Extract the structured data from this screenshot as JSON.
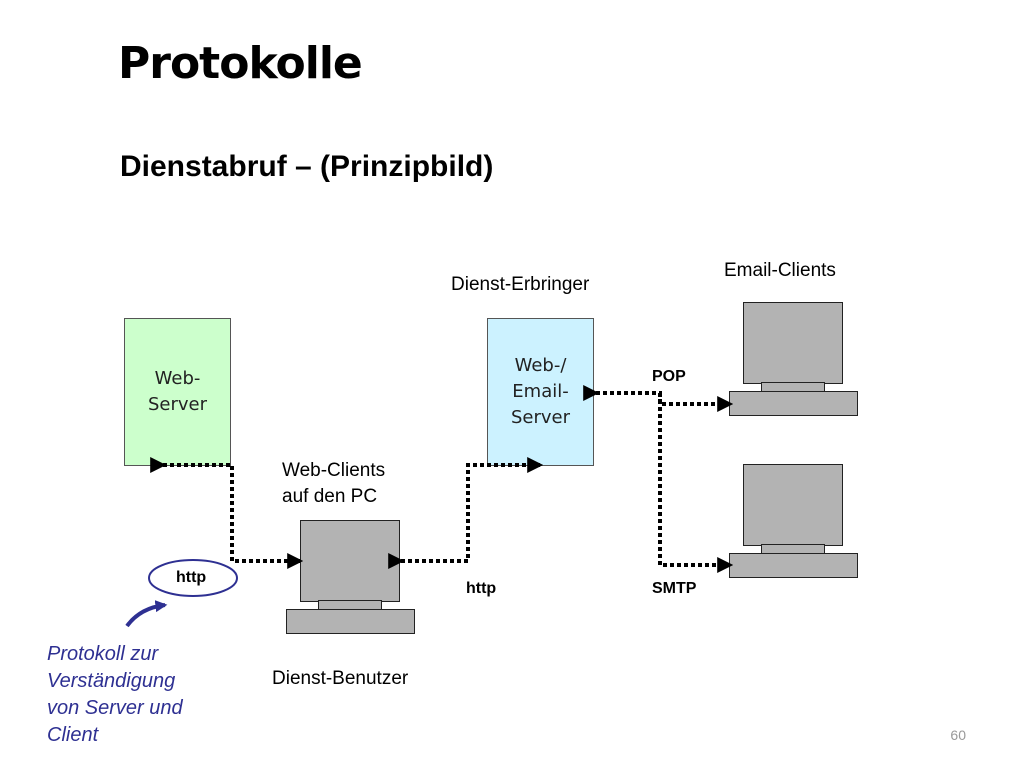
{
  "slide": {
    "title": "Protokolle",
    "subtitle": "Dienstabruf – (Prinzipbild)",
    "page_number": "60"
  },
  "labels": {
    "provider": "Dienst-Erbringer",
    "email_clients": "Email-Clients",
    "web_clients_line1": "Web-Clients",
    "web_clients_line2": "auf den PC",
    "user": "Dienst-Benutzer",
    "pop": "POP",
    "smtp": "SMTP",
    "http_bubble": "http",
    "http_link": "http"
  },
  "servers": {
    "web_server_line1": "Web-",
    "web_server_line2": "Server",
    "mail_server_line1": "Web-/",
    "mail_server_line2": "Email-",
    "mail_server_line3": "Server"
  },
  "annotation": {
    "line1": "Protokoll zur",
    "line2": "Verständigung",
    "line3": "von Server und",
    "line4": "Client"
  },
  "colors": {
    "web_server_fill": "#ccffcc",
    "mail_server_fill": "#ccf2ff",
    "annotation": "#2e3092",
    "computer_gray": "#b3b3b3"
  }
}
